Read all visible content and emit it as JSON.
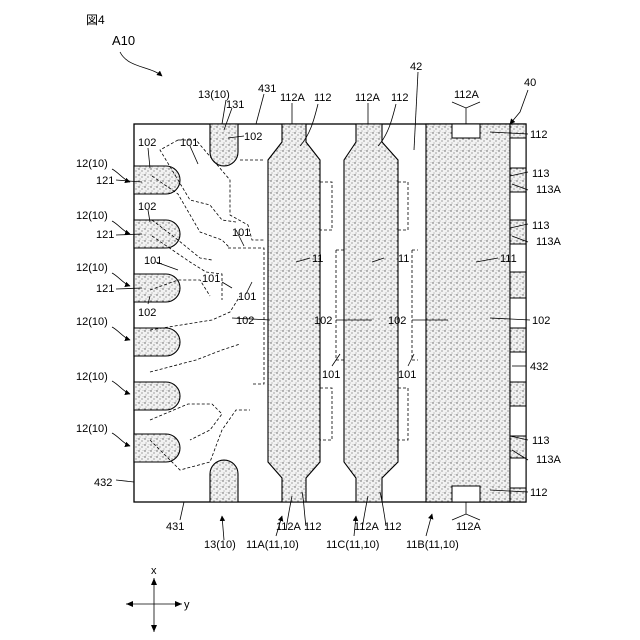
{
  "figure": {
    "title": "図4",
    "id": "A10"
  },
  "labels": {
    "l_13_top": "13(10)",
    "l_131": "131",
    "l_431_top": "431",
    "l_112A_1": "112A",
    "l_112_1": "112",
    "l_112A_2": "112A",
    "l_112_2": "112",
    "l_42": "42",
    "l_112A_top": "112A",
    "l_40": "40",
    "l_102_top": "102",
    "l_112_tr": "112",
    "l_12_1": "12(10)",
    "l_121_1": "121",
    "l_102_a": "102",
    "l_101_a": "101",
    "l_12_2": "12(10)",
    "l_121_2": "121",
    "l_102_b": "102",
    "l_101_b": "101",
    "l_12_3": "12(10)",
    "l_121_3": "121",
    "l_101_c": "101",
    "l_101_d": "101",
    "l_101_e": "101",
    "l_102_c": "102",
    "l_12_4": "12(10)",
    "l_12_5": "12(10)",
    "l_12_6": "12(10)",
    "l_432_l": "432",
    "l_11_a": "11",
    "l_11_b": "11",
    "l_102_d": "102",
    "l_102_e": "102",
    "l_102_f": "102",
    "l_101_f": "101",
    "l_101_g": "101",
    "l_113_1": "113",
    "l_113A_1": "113A",
    "l_113_2": "113",
    "l_113A_2": "113A",
    "l_111": "111",
    "l_102_r": "102",
    "l_432_r": "432",
    "l_113_3": "113",
    "l_113A_3": "113A",
    "l_112_br": "112",
    "l_431_bot": "431",
    "l_13_bot": "13(10)",
    "l_112A_b1": "112A",
    "l_112_b1": "112",
    "l_112A_b2": "112A",
    "l_112_b2": "112",
    "l_112A_b3": "112A",
    "l_11A": "11A(11,10)",
    "l_11C": "11C(11,10)",
    "l_11B": "11B(11,10)",
    "l_x": "x",
    "l_y": "y"
  }
}
